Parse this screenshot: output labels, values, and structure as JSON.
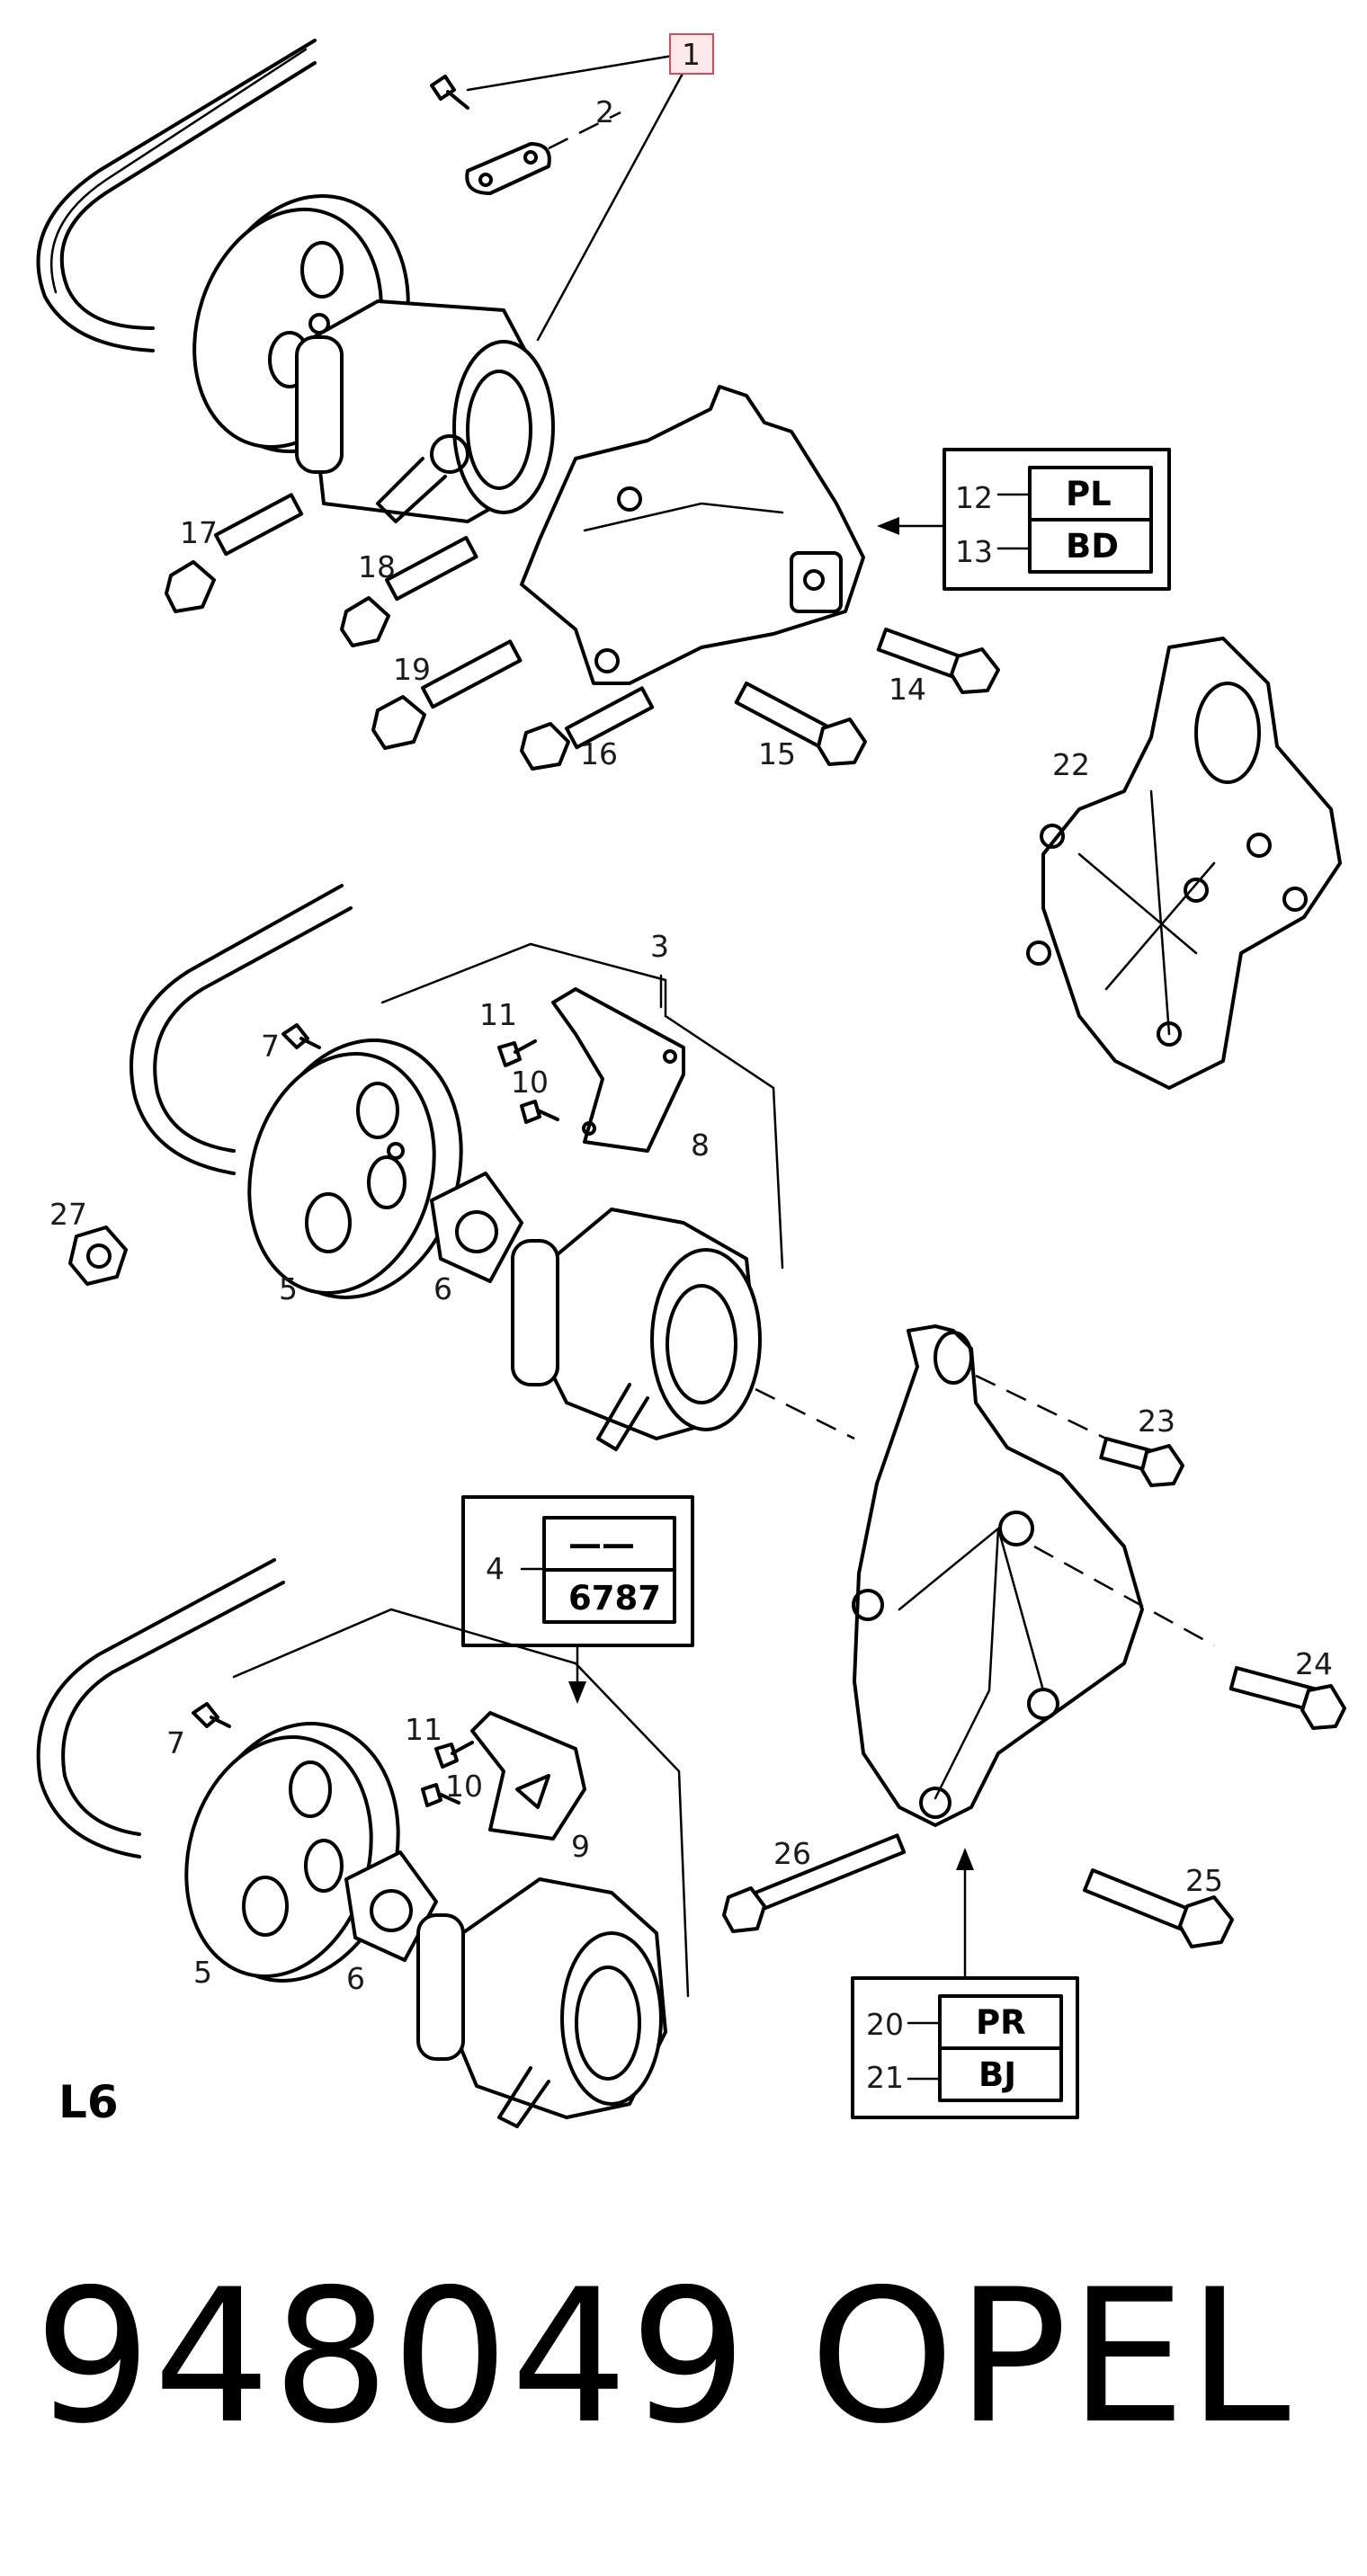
{
  "callouts": {
    "c1": "1",
    "c2": "2",
    "c3": "3",
    "c4": "4",
    "c5a": "5",
    "c5b": "5",
    "c6a": "6",
    "c6b": "6",
    "c7a": "7",
    "c7b": "7",
    "c8": "8",
    "c9": "9",
    "c10a": "10",
    "c10b": "10",
    "c11a": "11",
    "c11b": "11",
    "c12": "12",
    "c13": "13",
    "c14": "14",
    "c15": "15",
    "c16": "16",
    "c17": "17",
    "c18": "18",
    "c19": "19",
    "c20": "20",
    "c21": "21",
    "c22": "22",
    "c23": "23",
    "c24": "24",
    "c25": "25",
    "c26": "26",
    "c27": "27"
  },
  "code_boxes": {
    "box_a": [
      "PL",
      "BD"
    ],
    "box_b": [
      "——",
      "6787"
    ],
    "box_c": [
      "PR",
      "BJ"
    ]
  },
  "section_label": "L6",
  "footer": {
    "part_number": "948049",
    "brand": "OPEL"
  }
}
